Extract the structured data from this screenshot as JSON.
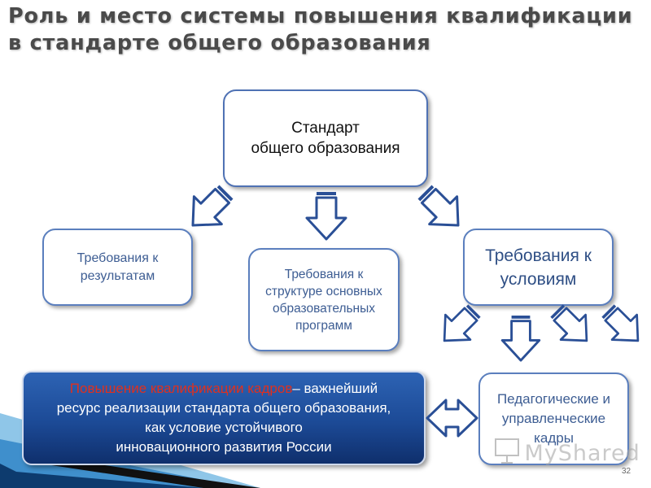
{
  "title": {
    "line1": "Роль и место системы повышения квалификации",
    "line2": "в стандарте общего образования"
  },
  "boxes": {
    "standard": {
      "line1": "Стандарт",
      "line2": "общего образования"
    },
    "results": {
      "line1": "Требования к",
      "line2": "результатам"
    },
    "structure": {
      "line1": "Требования к",
      "line2": "структуре основных",
      "line3": "образовательных",
      "line4": "программ"
    },
    "conditions": {
      "line1": "Требования к",
      "line2": "условиям"
    },
    "staff": {
      "line1": "Педагогические и",
      "line2": "управленческие",
      "line3": "кадры"
    }
  },
  "highlight": {
    "red_text": "Повышение квалификации кадров",
    "line1_rest": "– важнейший",
    "line2": "ресурс реализации стандарта общего образования,",
    "line3": "как условие устойчивого",
    "line4": "инновационного развития России"
  },
  "watermark": "MyShared",
  "page_number": "32",
  "colors": {
    "box_border": "#5b7fbe",
    "box_text": "#1c3c6e",
    "arrow_fill": "#ffffff",
    "arrow_stroke": "#2a4f96",
    "banner_top": "#2d63b4",
    "banner_bottom": "#0f2f6c",
    "highlight_red": "#e0301e"
  }
}
